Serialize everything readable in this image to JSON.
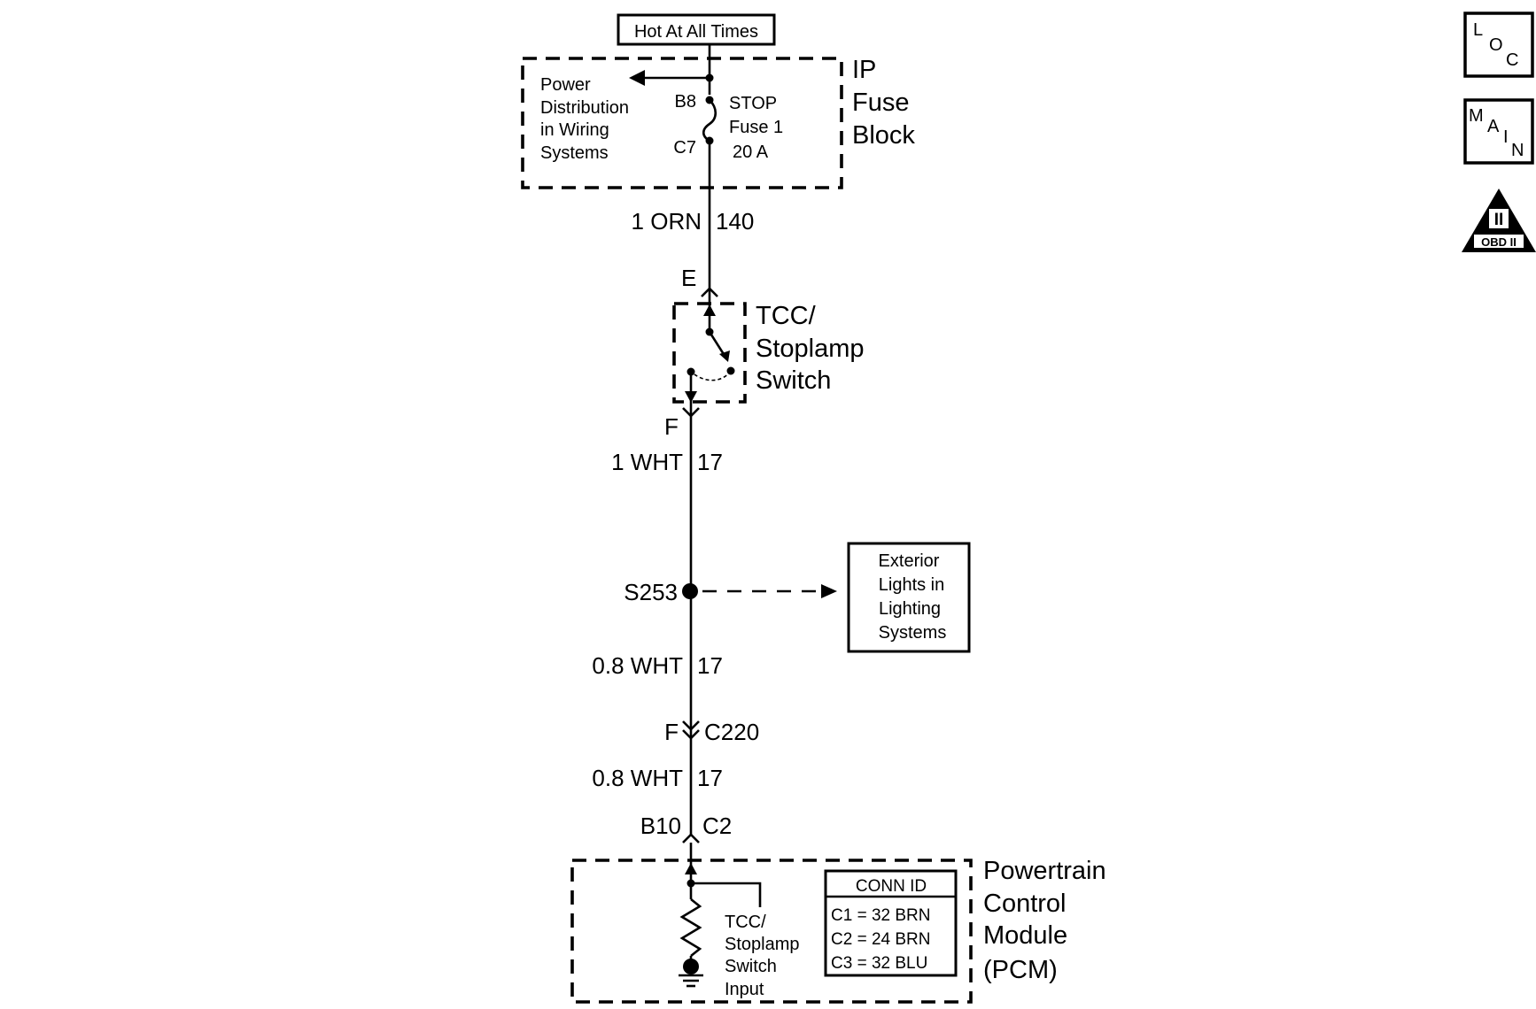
{
  "header": {
    "hot_label": "Hot At All Times"
  },
  "fuse_block": {
    "title_1": "IP",
    "title_2": "Fuse",
    "title_3": "Block",
    "left_1": "Power",
    "left_2": "Distribution",
    "left_3": "in Wiring",
    "left_4": "Systems",
    "pin_top": "B8",
    "pin_bottom": "C7",
    "fuse_1": "STOP",
    "fuse_2": "Fuse 1",
    "fuse_3": "20 A"
  },
  "wire_orn": {
    "label": "1 ORN",
    "circuit": "140"
  },
  "switch": {
    "pin_in": "E",
    "pin_out": "F",
    "title_1": "TCC/",
    "title_2": "Stoplamp",
    "title_3": "Switch"
  },
  "wire_wht1": {
    "label": "1 WHT",
    "circuit": "17"
  },
  "splice": {
    "label": "S253"
  },
  "exterior": {
    "line_1": "Exterior",
    "line_2": "Lights in",
    "line_3": "Lighting",
    "line_4": "Systems"
  },
  "wire_wht2": {
    "label": "0.8 WHT",
    "circuit": "17"
  },
  "connector_c220": {
    "pin": "F",
    "name": "C220"
  },
  "wire_wht3": {
    "label": "0.8 WHT",
    "circuit": "17"
  },
  "pcm_connector": {
    "pin": "B10",
    "name": "C2"
  },
  "pcm": {
    "title_1": "Powertrain",
    "title_2": "Control",
    "title_3": "Module",
    "title_4": "(PCM)",
    "input_1": "TCC/",
    "input_2": "Stoplamp",
    "input_3": "Switch",
    "input_4": "Input"
  },
  "conn_id": {
    "header": "CONN ID",
    "rows": [
      "C1 = 32 BRN",
      "C2 = 24 BRN",
      "C3 = 32 BLU"
    ]
  },
  "side_icons": {
    "loc": {
      "l1": "L",
      "l2": "O",
      "l3": "C",
      "icon": "loc-icon"
    },
    "main": {
      "l1": "M",
      "l2": "A",
      "l3": "I",
      "l4": "N",
      "icon": "main-icon"
    },
    "obd": {
      "numeral": "II",
      "label": "OBD II",
      "icon": "obd-ii-icon"
    }
  },
  "colors": {
    "ink": "#000000",
    "paper": "#ffffff"
  }
}
